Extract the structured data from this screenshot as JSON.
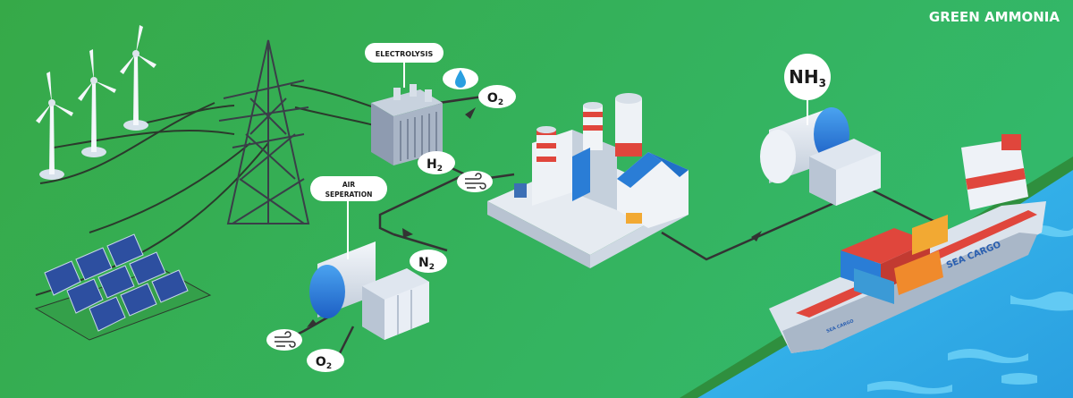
{
  "title": "GREEN AMMONIA",
  "labels": {
    "electrolysis": "ELECTROLYSIS",
    "air_separation_line1": "AIR",
    "air_separation_line2": "SEPERATION",
    "nh3_main": "NH",
    "nh3_sub": "3",
    "h2_main": "H",
    "h2_sub": "2",
    "o2_main": "O",
    "o2_sub": "2",
    "n2_main": "N",
    "n2_sub": "2",
    "o2b_main": "O",
    "o2b_sub": "2"
  },
  "ship": {
    "hull_text": "SEA CARGO",
    "stern_text": "SEA CARGO"
  },
  "icons": [
    "wind-turbine-icon",
    "solar-panel-icon",
    "power-pylon-icon",
    "water-drop-icon",
    "air-wind-icon"
  ],
  "colors": {
    "background": "#3cae4f",
    "sea": "#33b3ea",
    "accent_blue": "#2a7dd6",
    "accent_red": "#e0463c"
  }
}
